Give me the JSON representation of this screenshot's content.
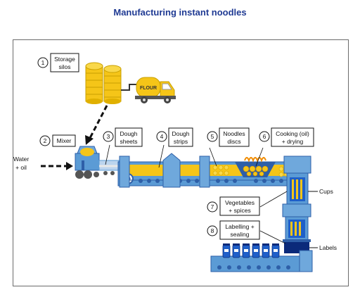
{
  "title": "Manufacturing instant noodles",
  "truck_label": "FLOUR",
  "input_label_1": "Water",
  "input_label_2": "+ oil",
  "stages": [
    {
      "num": "1",
      "line1": "Storage",
      "line2": "silos"
    },
    {
      "num": "2",
      "line1": "Mixer",
      "line2": ""
    },
    {
      "num": "3",
      "line1": "Dough",
      "line2": "sheets"
    },
    {
      "num": "4",
      "line1": "Dough",
      "line2": "strips"
    },
    {
      "num": "5",
      "line1": "Noodles",
      "line2": "discs"
    },
    {
      "num": "6",
      "line1": "Cooking (oil)",
      "line2": "+ drying"
    },
    {
      "num": "7",
      "line1": "Vegetables",
      "line2": "+ spices"
    },
    {
      "num": "8",
      "line1": "Labelling +",
      "line2": "sealing"
    }
  ],
  "side_labels": {
    "cups": "Cups",
    "labels": "Labels"
  },
  "colors": {
    "title": "#1f3a93",
    "conveyor_blue": "#5b9bd5",
    "conveyor_dark": "#2e5fa8",
    "yellow": "#f5c518",
    "cup_blue": "#1f5fc8",
    "label_navy": "#0b2a7a"
  }
}
